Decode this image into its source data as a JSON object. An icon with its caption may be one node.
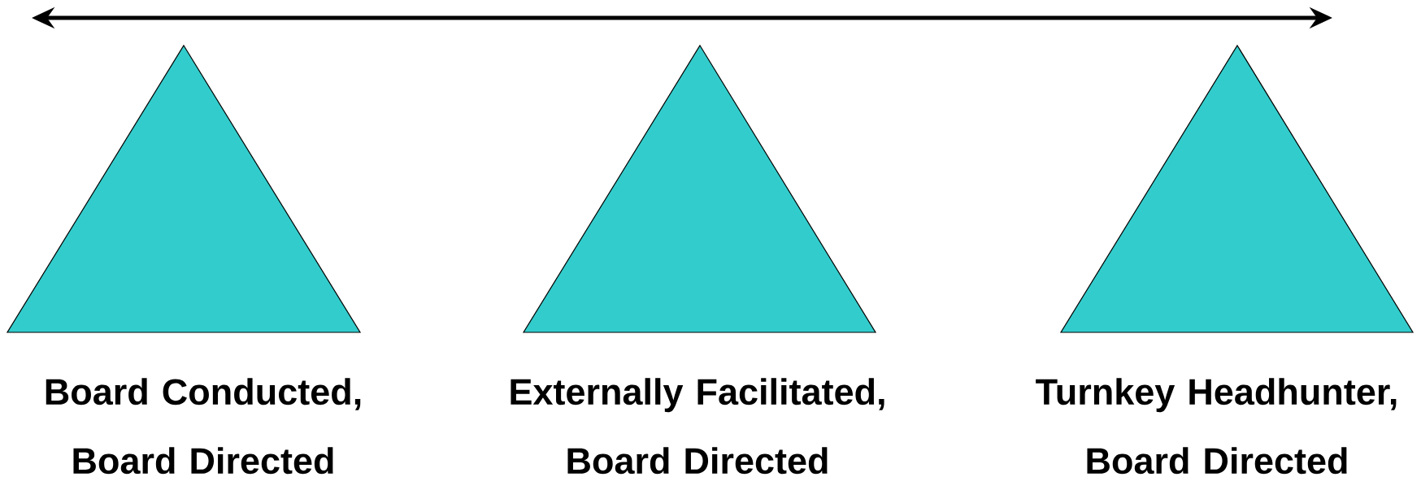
{
  "diagram": {
    "nodes": [
      {
        "text": [
          "Board Conducted, Board Directed"
        ]
      },
      {
        "text": [
          "Externally Facilitated, Board Directed"
        ]
      },
      {
        "text": [
          "Turnkey Headhunter, Board Directed"
        ]
      }
    ]
  }
}
